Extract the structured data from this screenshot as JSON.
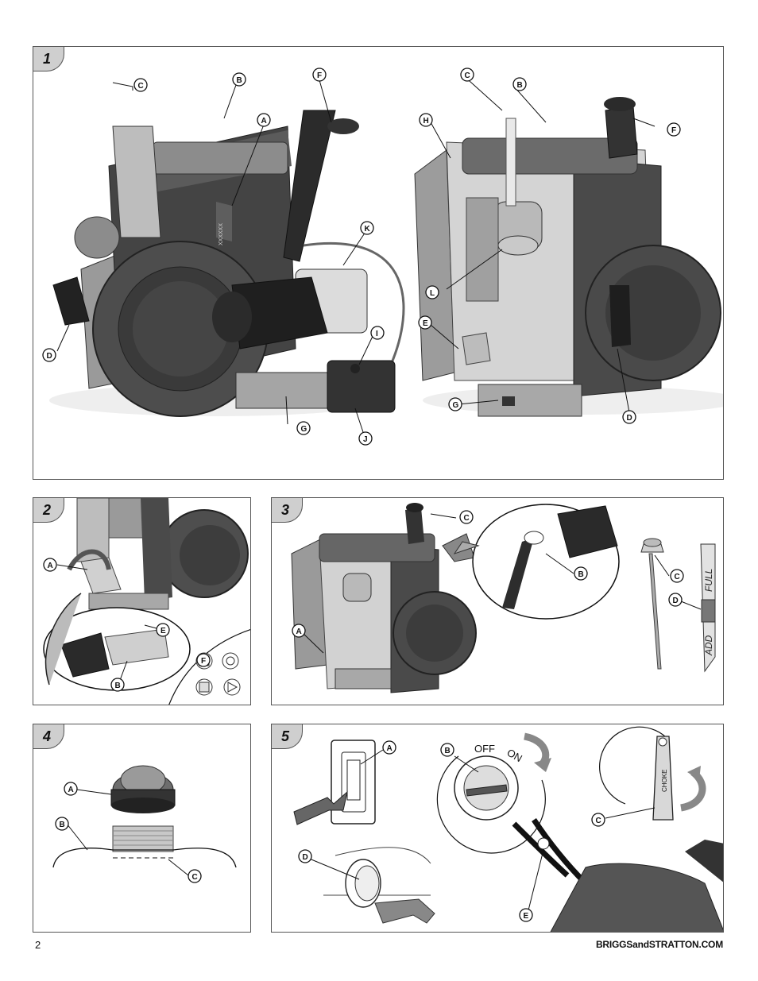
{
  "panels": [
    {
      "number": "1"
    },
    {
      "number": "2"
    },
    {
      "number": "3"
    },
    {
      "number": "4"
    },
    {
      "number": "5"
    }
  ],
  "callouts": {
    "p1": [
      "A",
      "B",
      "C",
      "D",
      "E",
      "F",
      "G",
      "H",
      "I",
      "J",
      "K",
      "L"
    ],
    "p2": [
      "A",
      "B",
      "E",
      "F"
    ],
    "p3": [
      "A",
      "B",
      "C",
      "D"
    ],
    "p4": [
      "A",
      "B",
      "C"
    ],
    "p5": [
      "A",
      "B",
      "C",
      "D",
      "E"
    ]
  },
  "engine_label": "XXXXXX",
  "dipstick": {
    "full": "FULL",
    "add": "ADD"
  },
  "switch": {
    "off": "OFF",
    "on": "ON"
  },
  "choke_label": "CHOKE",
  "footer": {
    "page_number": "2",
    "website": "BRIGGSandSTRATTON.COM"
  },
  "colors": {
    "engine_dark": "#4a4a4a",
    "engine_mid": "#7a7a7a",
    "engine_light": "#b8b8b8",
    "panel_tab": "#cfcfcf"
  }
}
